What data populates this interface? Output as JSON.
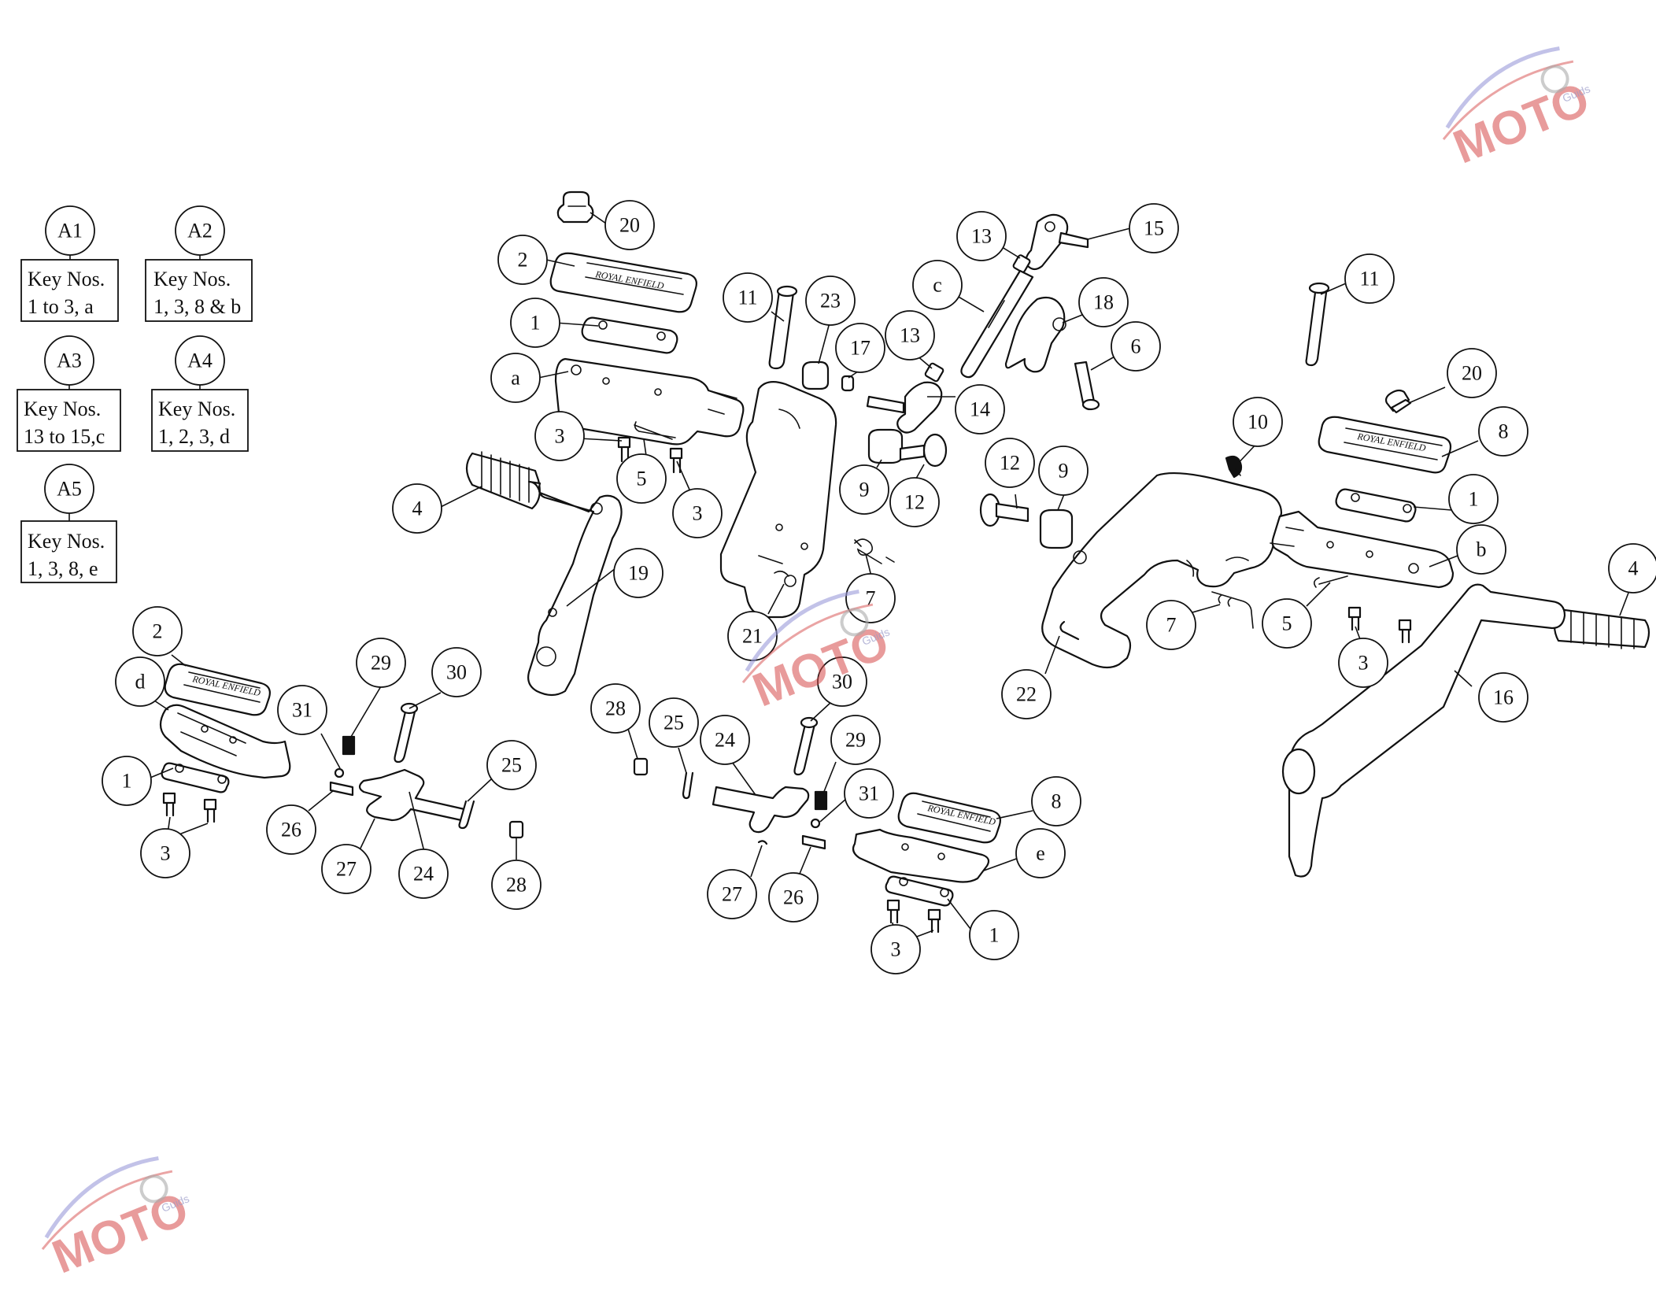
{
  "assembly_keys": [
    {
      "id": "A1",
      "line1": "Key Nos.",
      "line2": "1 to 3, a"
    },
    {
      "id": "A2",
      "line1": "Key Nos.",
      "line2": "1, 3, 8 & b"
    },
    {
      "id": "A3",
      "line1": "Key Nos.",
      "line2": "13 to 15,c"
    },
    {
      "id": "A4",
      "line1": "Key Nos.",
      "line2": "1, 2, 3, d"
    },
    {
      "id": "A5",
      "line1": "Key Nos.",
      "line2": "1, 3, 8, e"
    }
  ],
  "callouts": {
    "c20a": "20",
    "c2a": "2",
    "c1a": "1",
    "ca": "a",
    "c3a": "3",
    "c5a": "5",
    "c3b": "3",
    "c4a": "4",
    "c19": "19",
    "c11a": "11",
    "c23": "23",
    "c17": "17",
    "c13a": "13",
    "c13b": "13",
    "c15": "15",
    "cc": "c",
    "c18": "18",
    "c6": "6",
    "c14": "14",
    "c9a": "9",
    "c12a": "12",
    "c21": "21",
    "c7a": "7",
    "c11b": "11",
    "c20b": "20",
    "c8a": "8",
    "c10": "10",
    "c12b": "12",
    "c9b": "9",
    "c1b": "1",
    "cb": "b",
    "c7b": "7",
    "c5b": "5",
    "c3c": "3",
    "c22": "22",
    "c4b": "4",
    "c16": "16",
    "c2b": "2",
    "cd": "d",
    "c1c": "1",
    "c3d": "3",
    "c31a": "31",
    "c29a": "29",
    "c30a": "30",
    "c26a": "26",
    "c27a": "27",
    "c24a": "24",
    "c25a": "25",
    "c28a": "28",
    "c28b": "28",
    "c25b": "25",
    "c24b": "24",
    "c30b": "30",
    "c29b": "29",
    "c31b": "31",
    "c27b": "27",
    "c26b": "26",
    "c8b": "8",
    "ce": "e",
    "c3e": "3",
    "c1d": "1"
  },
  "footrest_logo_text": "ROYAL ENFIELD",
  "watermark": {
    "brand": "MOTO",
    "sub": "Guids"
  }
}
